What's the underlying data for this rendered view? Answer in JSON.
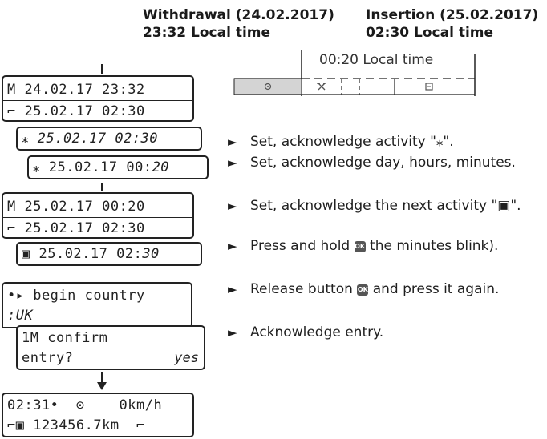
{
  "header": {
    "withdrawal_line1": "Withdrawal (24.02.2017)",
    "withdrawal_line2": "23:32 Local time",
    "insertion_line1": "Insertion (25.02.2017)",
    "insertion_line2": "02:30 Local time"
  },
  "timeline": {
    "label": "00:20 Local time",
    "icons": [
      "rest-bed-icon",
      "work-hammers-icon",
      "availability-box-icon"
    ]
  },
  "displays": {
    "d1": {
      "line1_sym": "M",
      "line1_val": " 24.02.17 23:32",
      "line2_sym": "⌐",
      "line2_val": " 25.02.17 02:30"
    },
    "d2": {
      "sym": "⁎",
      "val": " 25.02.17 02:30"
    },
    "d3": {
      "sym": "⁎",
      "val": " 25.02.17 00:",
      "val_it": "20"
    },
    "d4": {
      "line1_sym": "M",
      "line1_val": " 25.02.17 00:20",
      "line2_sym": "⌐",
      "line2_val": " 25.02.17 02:30"
    },
    "d5": {
      "sym": "▣",
      "val": " 25.02.17 02:",
      "val_it": "30"
    },
    "d6": {
      "line1": "•▸ begin country",
      "line2": ":UK"
    },
    "d7": {
      "line1": "1M confirm",
      "line2": "entry?",
      "line2_right": "yes"
    },
    "d8": {
      "line1": "02:31•  ⊙    0km/h",
      "line2": "⌐▣ 123456.7km  ⌐"
    }
  },
  "instructions": [
    {
      "text": "Set, acknowledge activity \"⁎\"."
    },
    {
      "text": "Set, acknowledge day, hours, minutes."
    },
    {
      "text": " Set, acknowledge the next activity \"▣\"."
    },
    {
      "pre": "Press and hold ",
      "ok": "OK",
      "post": " the minutes blink)."
    },
    {
      "pre": "Release button ",
      "ok": "OK",
      "post": "  and press it again."
    },
    {
      "text": "Acknowledge entry."
    }
  ]
}
